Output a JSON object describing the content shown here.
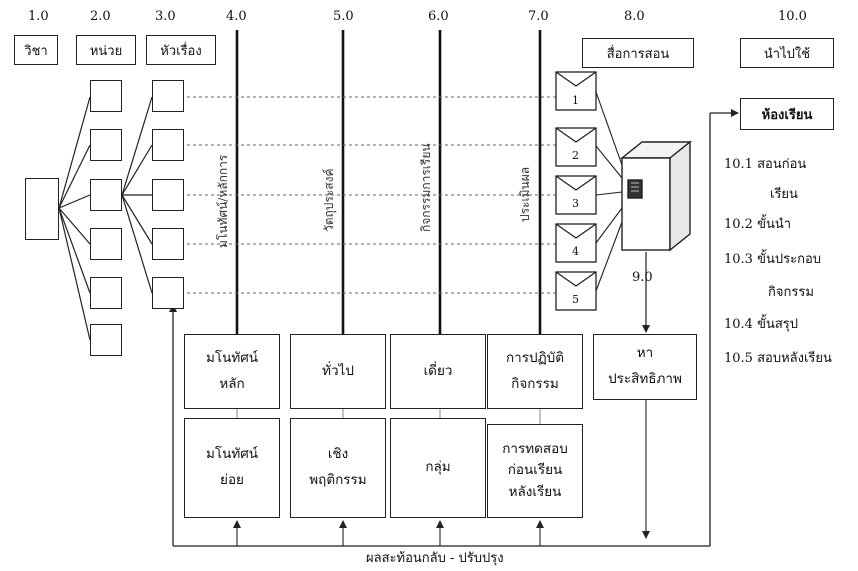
{
  "columns": [
    {
      "num": "1.0",
      "label": "วิชา"
    },
    {
      "num": "2.0",
      "label": "หน่วย"
    },
    {
      "num": "3.0",
      "label": "หัวเรื่อง"
    },
    {
      "num": "4.0",
      "label": ""
    },
    {
      "num": "5.0",
      "label": ""
    },
    {
      "num": "6.0",
      "label": ""
    },
    {
      "num": "7.0",
      "label": ""
    },
    {
      "num": "8.0",
      "label": "สื่อการสอน"
    },
    {
      "num": "10.0",
      "label": "นำไปใช้"
    }
  ],
  "vertical_labels": {
    "c4": "มโนทัศน์/หลักการ",
    "c5": "วัตถุประสงค์",
    "c6": "กิจกรรมการเรียน",
    "c7": "ประเมินผล"
  },
  "envelopes": [
    "1",
    "2",
    "3",
    "4",
    "5"
  ],
  "step9": "9.0",
  "classroom": {
    "title": "ห้องเรียน",
    "steps": [
      {
        "a": "10.1 สอนก่อน",
        "b": "เรียน"
      },
      {
        "a": "10.2 ขั้นนำ",
        "b": ""
      },
      {
        "a": "10.3 ขั้นประกอบ",
        "b": "กิจกรรม"
      },
      {
        "a": "10.4 ขั้นสรุป",
        "b": ""
      },
      {
        "a": "10.5 สอบหลังเรียน",
        "b": ""
      }
    ]
  },
  "boxes": {
    "main_concept": [
      "มโนทัศน์",
      "หลัก"
    ],
    "sub_concept": [
      "มโนทัศน์",
      "ย่อย"
    ],
    "general": [
      "ทั่วไป"
    ],
    "behavioral": [
      "เชิง",
      "พฤติกรรม"
    ],
    "single": [
      "เดี่ยว"
    ],
    "group": [
      "กลุ่ม"
    ],
    "practice": [
      "การปฏิบัติ",
      "กิจกรรม"
    ],
    "tests": [
      "การทดสอบ",
      "ก่อนเรียน",
      "หลังเรียน"
    ],
    "efficiency": [
      "หา",
      "ประสิทธิภาพ"
    ]
  },
  "feedback_label": "ผลสะท้อนกลับ - ปรับปรุง"
}
